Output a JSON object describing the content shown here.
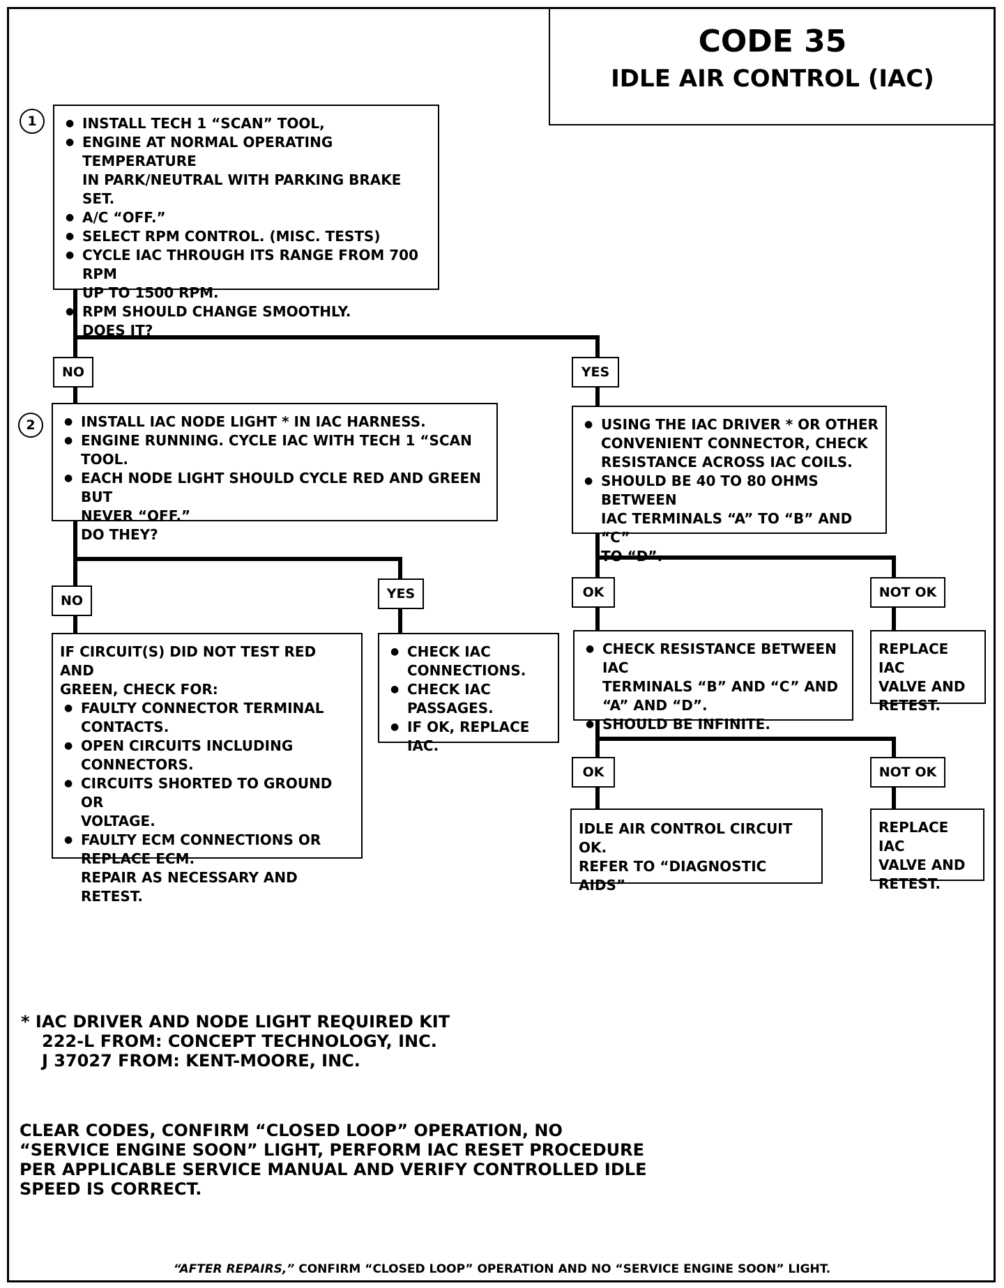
{
  "title": {
    "code": "CODE 35",
    "subtitle": "IDLE AIR CONTROL (IAC)"
  },
  "step1": {
    "marker": "1",
    "bullets": [
      [
        "INSTALL TECH 1 “SCAN” TOOL,"
      ],
      [
        "ENGINE AT NORMAL OPERATING TEMPERATURE",
        "IN PARK/NEUTRAL WITH PARKING BRAKE SET."
      ],
      [
        "A/C “OFF.”"
      ],
      [
        "SELECT RPM CONTROL.  (MISC. TESTS)"
      ],
      [
        "CYCLE IAC THROUGH ITS RANGE FROM 700 RPM",
        "UP TO 1500 RPM."
      ],
      [
        "RPM SHOULD CHANGE SMOOTHLY."
      ]
    ],
    "question": "DOES IT?"
  },
  "step1_no_label": "NO",
  "step1_yes_label": "YES",
  "step2": {
    "marker": "2",
    "bullets": [
      [
        "INSTALL IAC NODE LIGHT * IN IAC HARNESS."
      ],
      [
        "ENGINE RUNNING.  CYCLE IAC WITH TECH 1 “SCAN TOOL."
      ],
      [
        "EACH NODE LIGHT SHOULD CYCLE RED AND GREEN BUT",
        "NEVER “OFF.”"
      ]
    ],
    "question": "DO THEY?"
  },
  "resistance_check": {
    "bullets": [
      [
        "USING THE IAC DRIVER * OR OTHER",
        "CONVENIENT CONNECTOR, CHECK",
        "RESISTANCE ACROSS IAC COILS."
      ],
      [
        "SHOULD BE 40 TO 80 OHMS BETWEEN",
        "IAC TERMINALS “A” TO “B” AND “C”",
        "TO “D”."
      ]
    ]
  },
  "step2_no_label": "NO",
  "step2_yes_label": "YES",
  "res_ok_label": "OK",
  "res_notok_label": "NOT OK",
  "circuit_check": {
    "intro": [
      "IF CIRCUIT(S) DID NOT TEST RED AND",
      "GREEN, CHECK FOR:"
    ],
    "bullets": [
      [
        "FAULTY CONNECTOR TERMINAL",
        "CONTACTS."
      ],
      [
        "OPEN CIRCUITS INCLUDING",
        "CONNECTORS."
      ],
      [
        "CIRCUITS SHORTED TO GROUND OR",
        "VOLTAGE."
      ],
      [
        "FAULTY ECM CONNECTIONS OR",
        "REPLACE ECM."
      ]
    ],
    "closing": "REPAIR AS NECESSARY AND RETEST."
  },
  "iac_connections": {
    "bullets": [
      [
        "CHECK IAC",
        "CONNECTIONS."
      ],
      [
        "CHECK IAC",
        "PASSAGES."
      ],
      [
        "IF OK, REPLACE IAC."
      ]
    ]
  },
  "terminal_check": {
    "bullets": [
      [
        "CHECK RESISTANCE BETWEEN IAC",
        "TERMINALS “B” AND “C” AND",
        "“A” AND “D”."
      ],
      [
        "SHOULD BE INFINITE."
      ]
    ]
  },
  "replace1": [
    "REPLACE IAC",
    "VALVE AND",
    "RETEST."
  ],
  "term_ok_label": "OK",
  "term_notok_label": "NOT OK",
  "circuit_ok": [
    "IDLE AIR CONTROL CIRCUIT OK.",
    "REFER TO “DIAGNOSTIC AIDS”"
  ],
  "replace2": [
    "REPLACE IAC",
    "VALVE AND",
    "RETEST."
  ],
  "footnote": [
    "*  IAC DRIVER AND NODE LIGHT REQUIRED KIT",
    "222-L FROM:  CONCEPT TECHNOLOGY, INC.",
    "J 37027 FROM:  KENT-MOORE, INC."
  ],
  "clear_codes": [
    "CLEAR CODES, CONFIRM “CLOSED LOOP” OPERATION, NO",
    "“SERVICE ENGINE SOON” LIGHT, PERFORM IAC RESET PROCEDURE",
    "PER APPLICABLE SERVICE MANUAL AND VERIFY CONTROLLED IDLE",
    "SPEED IS CORRECT."
  ],
  "after_repairs": {
    "emphasis": "“AFTER REPAIRS,”",
    "rest": " CONFIRM “CLOSED LOOP” OPERATION AND NO “SERVICE ENGINE SOON” LIGHT."
  }
}
